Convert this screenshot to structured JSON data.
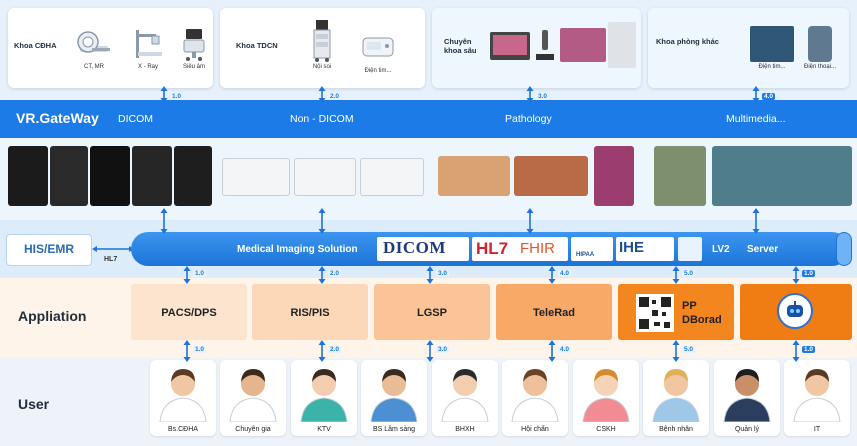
{
  "top_cards": [
    {
      "title": "Khoa CĐHA",
      "devices": [
        "CT, MR",
        "X - Ray",
        "Siêu âm"
      ]
    },
    {
      "title": "Khoa TDCN",
      "devices": [
        "Nội soi",
        "Điện tim..."
      ]
    },
    {
      "title": "Chuyên khoa sâu",
      "devices": []
    },
    {
      "title": "Khoa phòng khác",
      "devices": [
        "Điện tim...",
        "Điện thoại..."
      ]
    }
  ],
  "gateway": {
    "title": "VR.GateWay",
    "labels": [
      "DICOM",
      "Non - DICOM",
      "Pathology",
      "Multimedia..."
    ]
  },
  "his": {
    "label": "HIS/EMR",
    "hl7": "HL7"
  },
  "pipe": {
    "label": "Medical Imaging Solution",
    "lv2": "LV2",
    "server": "Server"
  },
  "logos": {
    "dicom": "DICOM",
    "hl7": "HL7",
    "fhir": "FHIR",
    "hipaa": "HIPAA",
    "ihe": "IHE"
  },
  "rows": {
    "app": "Appliation",
    "user": "User"
  },
  "apps": [
    "PACS/DPS",
    "RIS/PIS",
    "LGSP",
    "TeleRad",
    "PP DBorad",
    ""
  ],
  "users": [
    "Bs.CĐHA",
    "Chuyên gia",
    "KTV",
    "BS Lâm sàng",
    "BHXH",
    "Hội chẩn",
    "CSKH",
    "Bệnh nhân",
    "Quản lý",
    "IT"
  ],
  "versions": {
    "gw_top": [
      "1.0",
      "2.0",
      "3.0",
      "4.0"
    ],
    "app_top": [
      "1.0",
      "2.0",
      "3.0",
      "4.0",
      "5.0",
      "1.0"
    ],
    "user_top": [
      "1.0",
      "2.0",
      "3.0",
      "4.0",
      "5.0",
      "1.0"
    ]
  },
  "colors": {
    "gateway": "#1c7be6",
    "pipe": "#2a86ea",
    "app_light": "#fde4cf",
    "app_mid": "#fbd0ac",
    "app_strong": "#f7a969",
    "app_orange": "#f08a2c"
  }
}
